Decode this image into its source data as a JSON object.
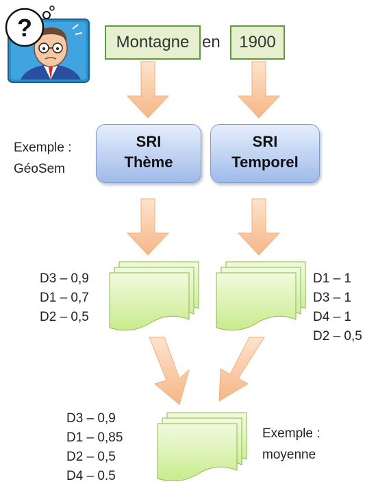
{
  "query": {
    "word1": "Montagne",
    "connector": "en",
    "word2": "1900"
  },
  "left_label": [
    "Exemple :",
    "GéoSem"
  ],
  "sri": [
    {
      "line1": "SRI",
      "line2": "Thème"
    },
    {
      "line1": "SRI",
      "line2": "Temporel"
    }
  ],
  "results_left": [
    "D3 – 0,9",
    "D1 – 0,7",
    "D2 – 0,5"
  ],
  "results_right": [
    "D1 – 1",
    "D3 – 1",
    "D4 – 1",
    "D2 – 0,5"
  ],
  "results_final": [
    "D3 – 0,9",
    "D1 – 0,85",
    "D2 – 0,5",
    "D4 – 0.5"
  ],
  "final_label": [
    "Exemple :",
    "moyenne"
  ],
  "icons": {
    "user": "confused-man-icon",
    "question": "question-mark-icon"
  },
  "colors": {
    "arrow": "#f8c9a0",
    "sri_fill": "#a7c1ea",
    "doc_fill": "#dff3b5",
    "query_border": "#5f9b3a"
  }
}
